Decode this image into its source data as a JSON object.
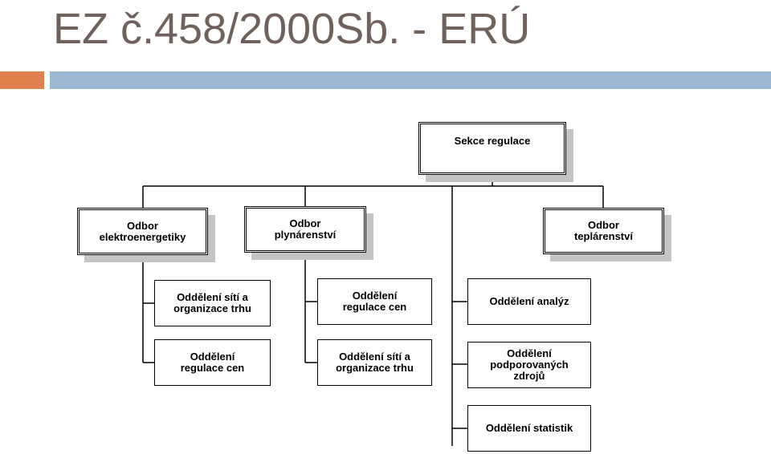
{
  "slide": {
    "title": "EZ č.458/2000Sb. - ERÚ",
    "accent_color": "#e0824d",
    "band_color": "#9bb7d4",
    "title_color": "#6f625c"
  },
  "org_chart": {
    "root": "Sekce regulace",
    "departments": [
      "Odbor\nelektroenergetiky",
      "Odbor\nplynárenství",
      "Odbor\nteplárenství"
    ],
    "units": [
      "Oddělení sítí a\norganizace trhu",
      "Oddělení\nregulace cen",
      "Oddělení\nregulace cen",
      "Oddělení sítí a\norganizace trhu",
      "Oddělení analýz",
      "Oddělení\npodporovaných\nzdrojů",
      "Oddělení statistik"
    ]
  }
}
